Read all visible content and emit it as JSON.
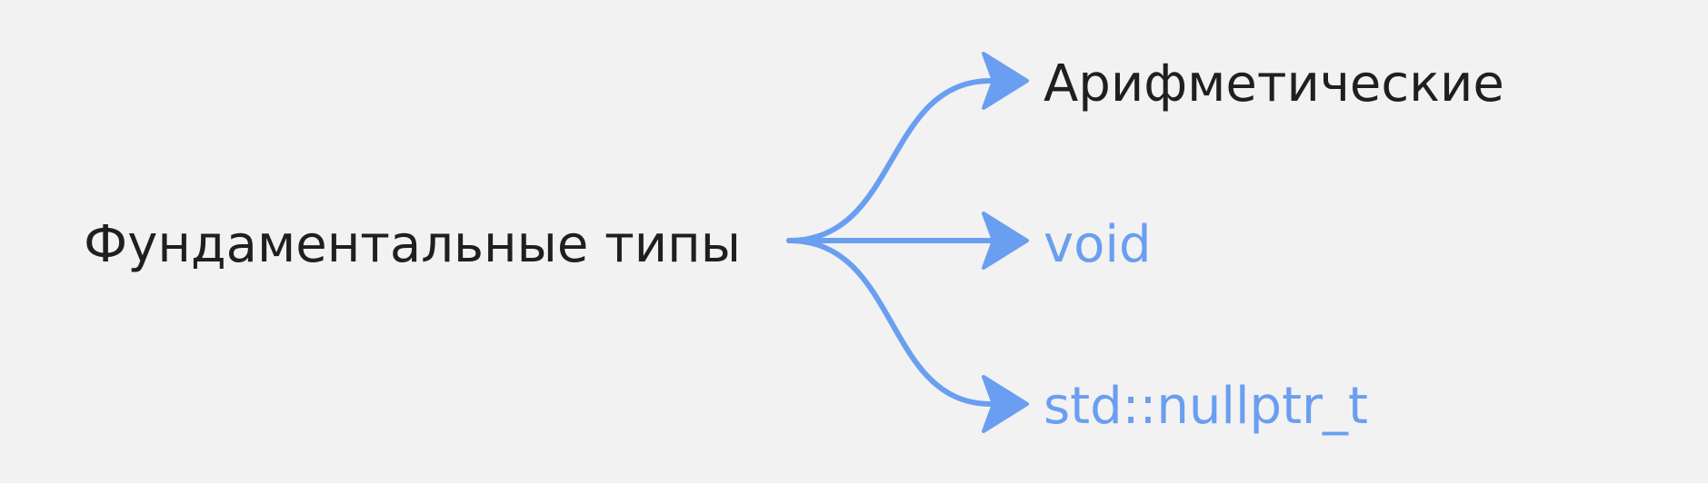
{
  "diagram": {
    "root": {
      "label": "Фундаментальные типы"
    },
    "children": [
      {
        "id": "arithmetic",
        "label": "Арифметические",
        "color": "#1f1f1f"
      },
      {
        "id": "void",
        "label": "void",
        "color": "#6a9ef0"
      },
      {
        "id": "nullptr",
        "label": "std::nullptr_t",
        "color": "#6a9ef0"
      }
    ],
    "edge_color": "#6a9ef0",
    "background": "#f2f2f2"
  }
}
